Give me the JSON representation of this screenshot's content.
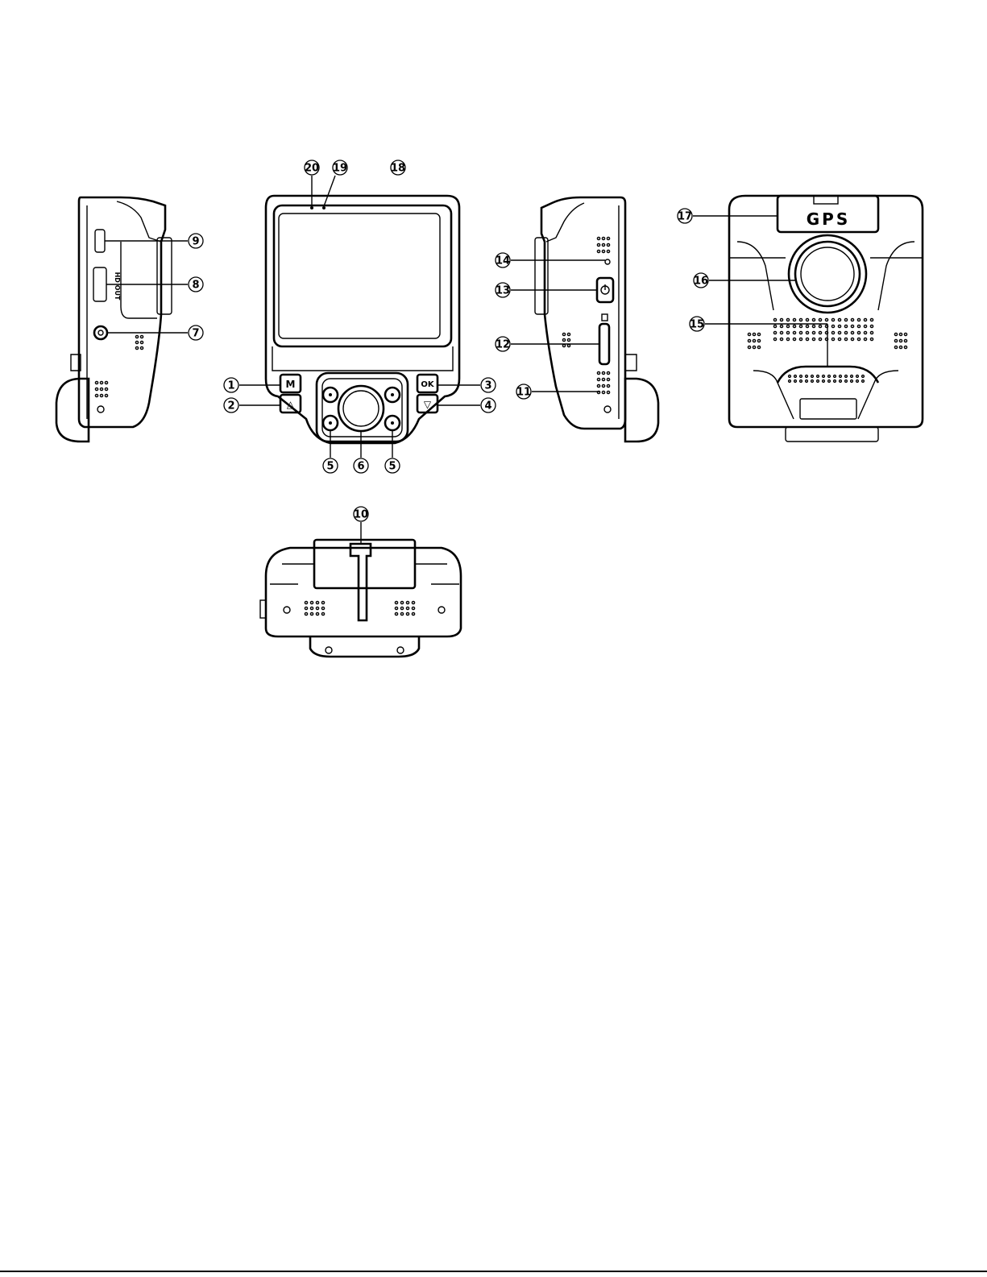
{
  "diagram": {
    "callouts": [
      {
        "id": "1",
        "text": "1"
      },
      {
        "id": "2",
        "text": "2"
      },
      {
        "id": "3",
        "text": "3"
      },
      {
        "id": "4",
        "text": "4"
      },
      {
        "id": "5",
        "text": "5"
      },
      {
        "id": "6",
        "text": "6"
      },
      {
        "id": "7",
        "text": "7"
      },
      {
        "id": "8",
        "text": "8"
      },
      {
        "id": "9",
        "text": "9"
      },
      {
        "id": "10",
        "text": "10"
      },
      {
        "id": "11",
        "text": "11"
      },
      {
        "id": "12",
        "text": "12"
      },
      {
        "id": "13",
        "text": "13"
      },
      {
        "id": "14",
        "text": "14"
      },
      {
        "id": "15",
        "text": "15"
      },
      {
        "id": "16",
        "text": "16"
      },
      {
        "id": "17",
        "text": "17"
      },
      {
        "id": "18",
        "text": "18"
      },
      {
        "id": "19",
        "text": "19"
      },
      {
        "id": "20",
        "text": "20"
      }
    ],
    "device_labels": {
      "menu_button": "M",
      "ok_button": "OK",
      "up_button": "△",
      "down_button": "▽",
      "hd_out_port": "HD OUT",
      "gps_module": "GPS"
    }
  }
}
